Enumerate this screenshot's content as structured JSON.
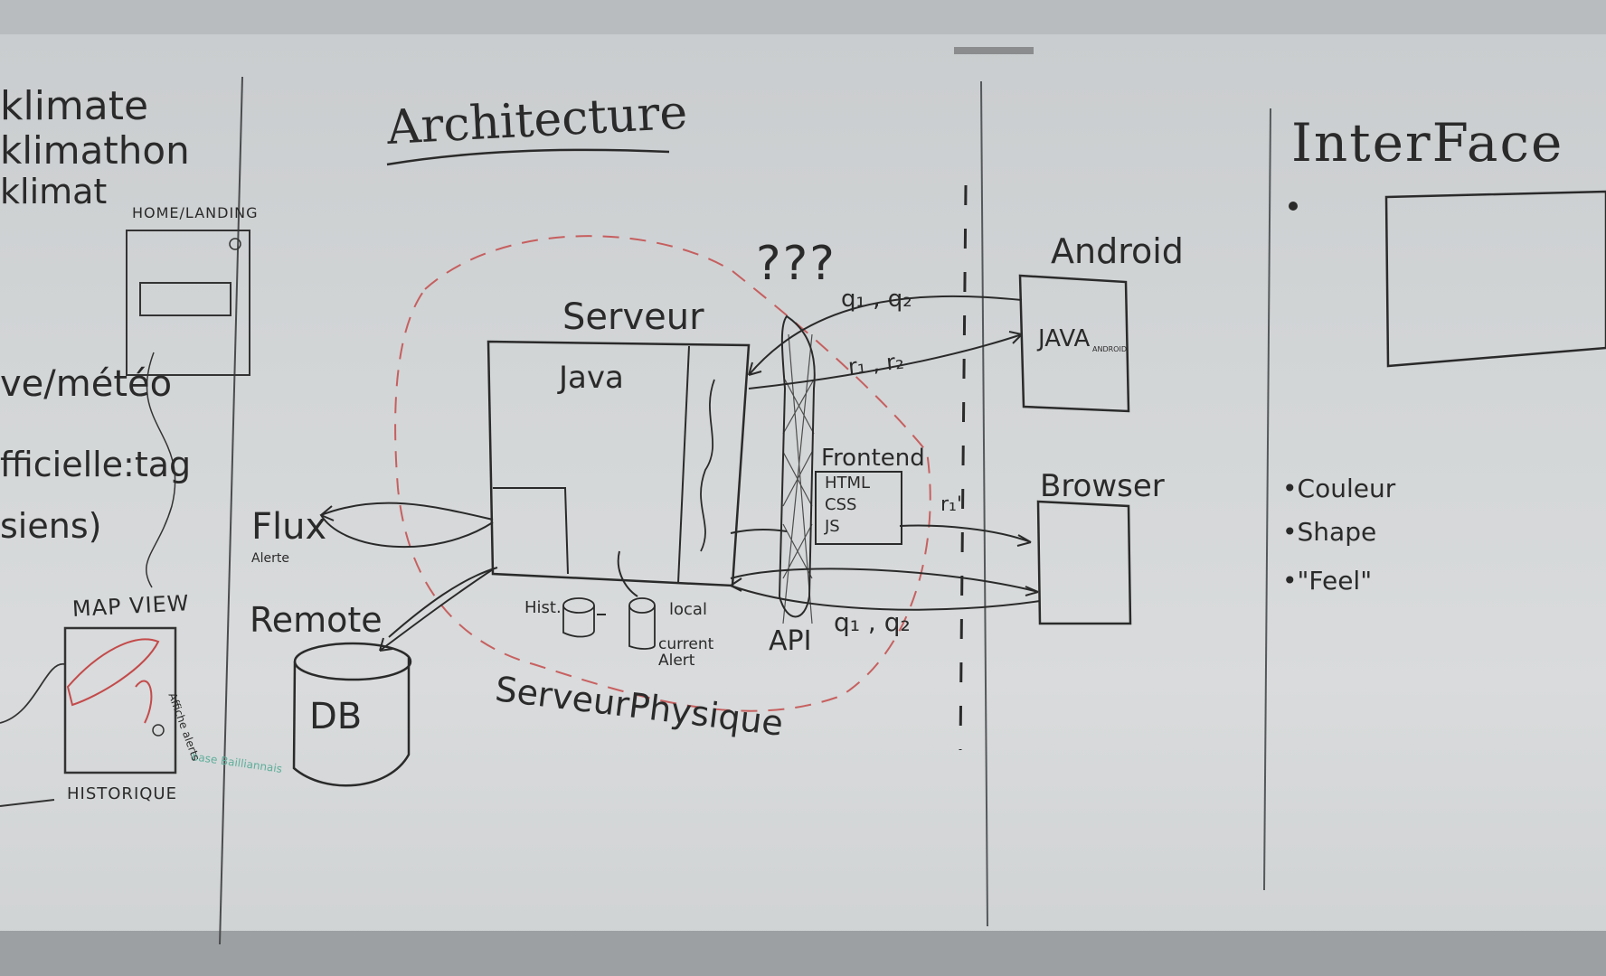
{
  "board": {
    "left_section": {
      "lines": [
        "klimate",
        "klimathon",
        "klimat"
      ],
      "home_label": "HOME/LANDING",
      "meteo_text": "ve/météo",
      "officielle_text": "fficielle:tag",
      "siens_text": "siens)",
      "map_view_label": "MAP VIEW",
      "historique_label": "HISTORIQUE",
      "green_text": "base Bailliannais",
      "side_text": "Affiche alerts"
    },
    "architecture": {
      "title": "Architecture",
      "serveur_label": "Serveur",
      "java_label": "Java",
      "question_marks": "???",
      "q_top": "q₁ , q₂",
      "r_top": "r₁ , r₂",
      "frontend_label": "Frontend",
      "frontend_items": [
        "HTML",
        "CSS",
        "JS"
      ],
      "api_label": "API",
      "q_bottom": "q₁ , q₂",
      "r_mid": "r₁'",
      "flux_label": "Flux",
      "alerte_label": "Alerte",
      "remote_label": "Remote",
      "db_label": "DB",
      "hist_label": "Hist.",
      "local_label": "local",
      "current_alert_label": "current Alert",
      "serveur_physique_label": "ServeurPhysique",
      "android_label": "Android",
      "java_android_label": "JAVA",
      "android_small": "ANDROID",
      "browser_label": "Browser"
    },
    "interface": {
      "title": "InterFace",
      "bullets": [
        "•Couleur",
        "•Shape",
        "•\"Feel\""
      ]
    },
    "colors": {
      "ink": "#2a2a2a",
      "red_marker": "#c44a4a",
      "green_marker": "#5fae9a",
      "board": "#d6d8d9"
    }
  }
}
